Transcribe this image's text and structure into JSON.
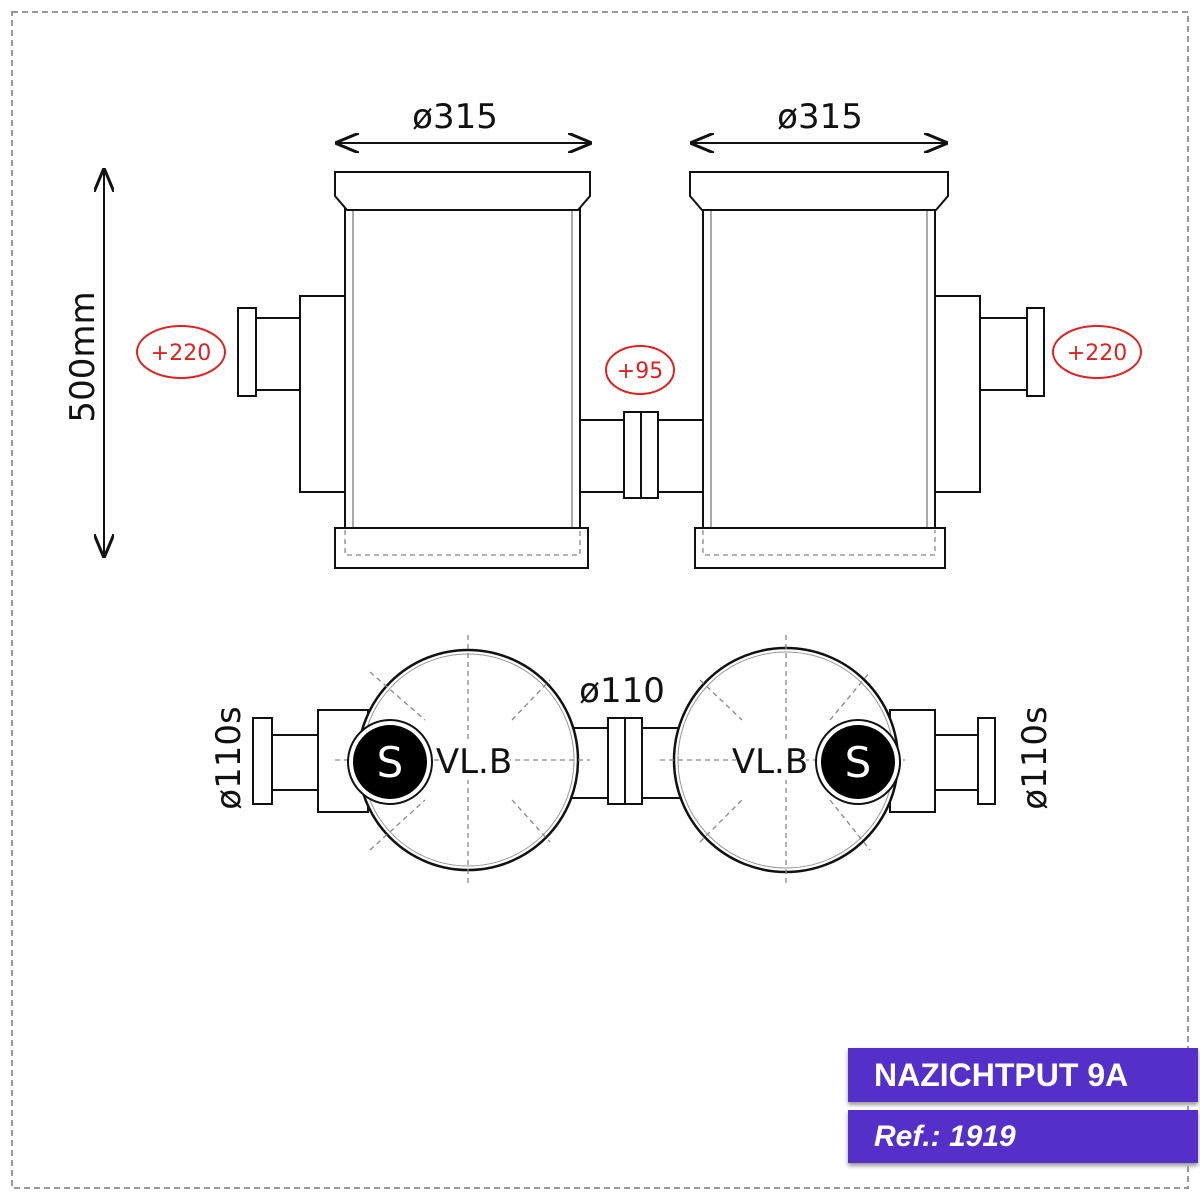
{
  "drawing": {
    "side_view": {
      "diameter_left": "ø315",
      "diameter_right": "ø315",
      "height": "500mm",
      "badge_left": "+220",
      "badge_middle": "+95",
      "badge_right": "+220"
    },
    "top_view": {
      "connector_diameter": "ø110",
      "inlet_left": "ø110s",
      "inlet_right": "ø110s",
      "symbol_left": "S",
      "symbol_right": "S",
      "label_left": "VL.B",
      "label_right": "VL.B"
    }
  },
  "title_block": {
    "name": "NAZICHTPUT 9A",
    "ref": "Ref.: 1919",
    "color": "#5530c8",
    "badge_color": "#dd2222"
  }
}
